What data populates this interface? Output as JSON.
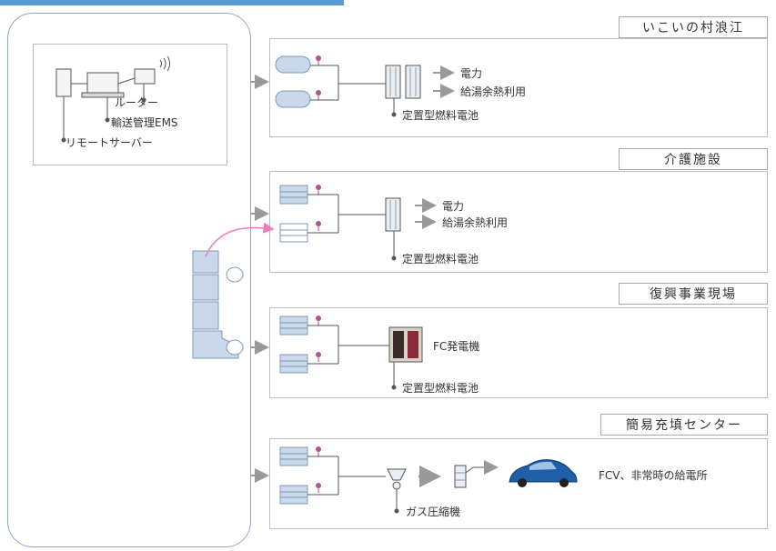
{
  "colors": {
    "accent": "#5b9bd5",
    "frame": "#8ea9c8",
    "tank": "#c9d8ea",
    "valve": "#b0548e",
    "link_arrow": "#f07cc0",
    "car": "#1f5fa8"
  },
  "server": {
    "router_label": "ルーター",
    "ems_label": "輸送管理EMS",
    "remote_label": "リモートサーバー"
  },
  "sites": [
    {
      "name": "いこいの村浪江",
      "output_power": "電力",
      "output_heat": "給湯余熱利用",
      "device_label": "定置型燃料電池"
    },
    {
      "name": "介護施設",
      "output_power": "電力",
      "output_heat": "給湯余熱利用",
      "device_label": "定置型燃料電池"
    },
    {
      "name": "復興事業現場",
      "generator_label": "FC発電機",
      "device_label": "定置型燃料電池"
    },
    {
      "name": "簡易充填センター",
      "fcv_label": "FCV、非常時の給電所",
      "compressor_label": "ガス圧縮機"
    }
  ]
}
